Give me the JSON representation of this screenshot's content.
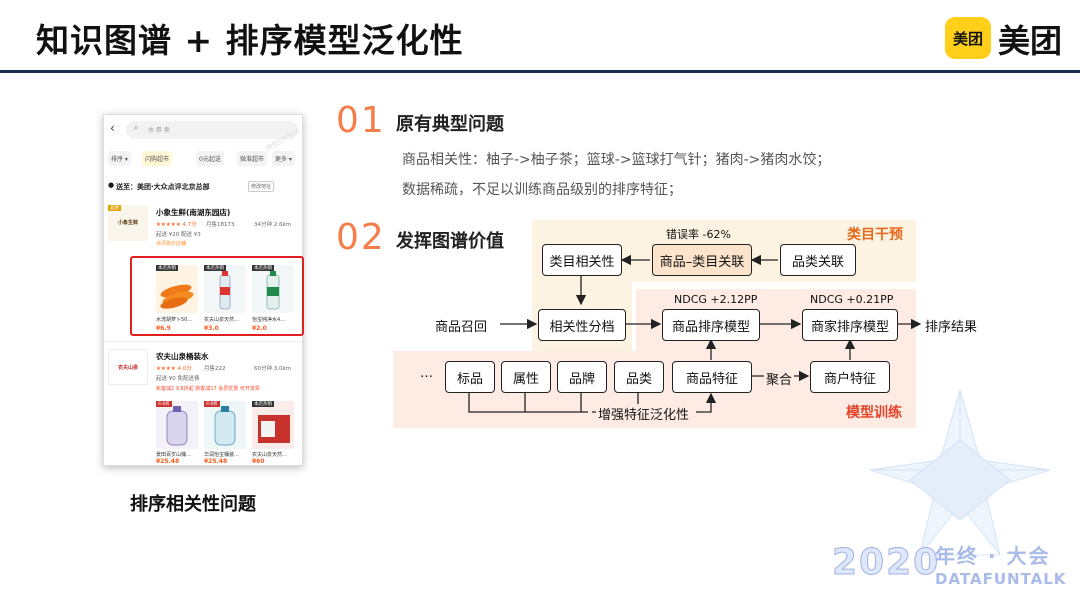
{
  "header": {
    "title": "知识图谱 + 排序模型泛化性",
    "logo_badge": "美团",
    "logo_text": "美团"
  },
  "phone": {
    "search_placeholder": "水 券 卖",
    "watermark": "拼饭DX503",
    "chips": [
      "排序 ▾",
      "闪购超市",
      "0元起送",
      "微准超市",
      "更多 ▾"
    ],
    "address": "送至：美团·大众点评北京总部",
    "address_button": "修改地址",
    "shop1": {
      "logo_tag": "品牌",
      "logo_text": "小象生鲜",
      "name": "小象生鲜(南湖东园店)",
      "rating": "★★★★★ 4.7分",
      "sales": "月售18173",
      "eta": "34分钟 2.6km",
      "delivery": "起送 ¥20  配送 ¥3",
      "tags": "点评高分店铺",
      "products": [
        {
          "tag": "本店热销",
          "name": "水洗胡萝卜50…",
          "price": "¥6.9"
        },
        {
          "tag": "本店热销",
          "name": "农夫山泉天然…",
          "price": "¥3.0"
        },
        {
          "tag": "本店热销",
          "name": "怡宝纯净水4…",
          "price": "¥2.0"
        }
      ]
    },
    "shop2": {
      "logo_text": "农夫山泉",
      "name": "农夫山泉桶装水",
      "rating": "★★★★ 4.0分",
      "sales": "月售222",
      "eta": "60分钟 3.0km",
      "delivery": "起送 ¥0  免配送费",
      "tags": "新客减2   9.8折起   新客减17   会员优惠   可开发票",
      "products": [
        {
          "tag": "9.8折",
          "name": "景田百岁山桶…",
          "price": "¥25.48"
        },
        {
          "tag": "9.8折",
          "name": "华润怡宝桶装…",
          "price": "¥25.48"
        },
        {
          "tag": "本店热销",
          "name": "农夫山泉天然…",
          "price": "¥60"
        }
      ]
    },
    "caption": "排序相关性问题"
  },
  "section1": {
    "num": "01",
    "title": "原有典型问题",
    "line1": "商品相关性：柚子->柚子茶；篮球->篮球打气针；猪肉->猪肉水饺；",
    "line2": "数据稀疏，不足以训练商品级别的排序特征；"
  },
  "section2": {
    "num": "02",
    "title": "发挥图谱价值"
  },
  "diagram": {
    "region_top_label": "类目干预",
    "region_bottom_label": "模型训练",
    "error_rate": "错误率 -62%",
    "ndcg_item": "NDCG +2.12PP",
    "ndcg_shop": "NDCG +0.21PP",
    "nodes": {
      "category_relevance": "类目相关性",
      "item_category_link": "商品–类目关联",
      "category_link": "品类关联",
      "relevance_tier": "相关性分档",
      "item_rank_model": "商品排序模型",
      "shop_rank_model": "商家排序模型",
      "title": "标品",
      "attribute": "属性",
      "brand": "品牌",
      "category": "品类",
      "item_feature": "商品特征",
      "shop_feature": "商户特征"
    },
    "recall": "商品召回",
    "result": "排序结果",
    "ellipsis": "…",
    "aggregate": "聚合",
    "enhance": "增强特征泛化性"
  },
  "decor": {
    "year": "2020",
    "yearend": "年终 · 大会",
    "brand": "DATAFUNTALK"
  },
  "colors": {
    "header_line": "#1f2d4d",
    "accent_orange": "#f47e4a",
    "region_top": "#fdf3e2",
    "region_bottom": "#fdebe4",
    "node_peach": "#fbe3cc",
    "highlight_red": "#e02020",
    "logo_yellow": "#ffcf1a"
  }
}
